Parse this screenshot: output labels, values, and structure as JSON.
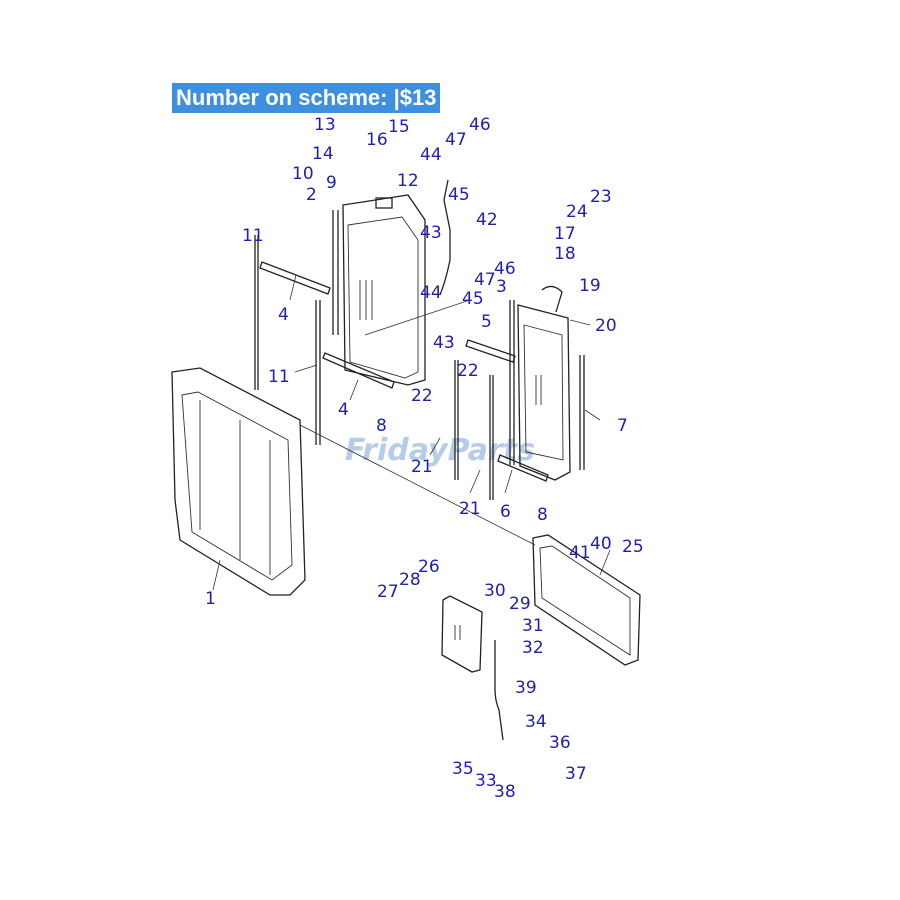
{
  "banner": {
    "text": "Number on scheme: |$13"
  },
  "watermark": {
    "text": "FridayParts",
    "color": "#9fbbe0"
  },
  "colors": {
    "banner_bg": "#3d8fe0",
    "label": "#2020b0"
  },
  "callouts": [
    "13",
    "16",
    "15",
    "14",
    "47",
    "46",
    "44",
    "10",
    "9",
    "12",
    "2",
    "45",
    "11",
    "42",
    "43",
    "17",
    "24",
    "23",
    "18",
    "19",
    "47",
    "46",
    "45",
    "3",
    "44",
    "4",
    "5",
    "20",
    "43",
    "11",
    "22",
    "4",
    "8",
    "22",
    "7",
    "21",
    "21",
    "6",
    "8",
    "41",
    "40",
    "25",
    "26",
    "1",
    "27",
    "28",
    "30",
    "29",
    "31",
    "32",
    "39",
    "34",
    "36",
    "35",
    "33",
    "38",
    "37"
  ]
}
